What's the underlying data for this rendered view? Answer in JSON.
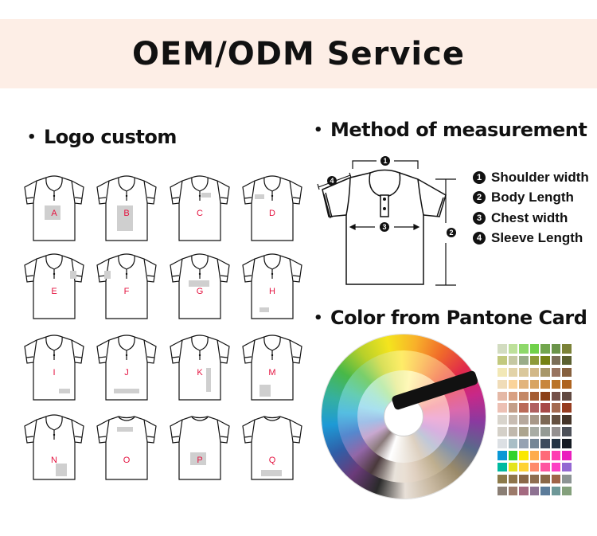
{
  "title": "OEM/ODM Service",
  "sections": {
    "logo": "Logo custom",
    "measure": "Method of measurement",
    "color": "Color from Pantone Card"
  },
  "bullet": "•",
  "shirts": [
    "A",
    "B",
    "C",
    "D",
    "E",
    "F",
    "G",
    "H",
    "I",
    "J",
    "K",
    "M",
    "N",
    "O",
    "P",
    "Q"
  ],
  "measurements": [
    {
      "num": "1",
      "label": "Shoulder width"
    },
    {
      "num": "2",
      "label": "Body Length"
    },
    {
      "num": "3",
      "label": "Chest width"
    },
    {
      "num": "4",
      "label": "Sleeve Length"
    }
  ],
  "pantone_swatches": [
    "#d2dcc0",
    "#bde09a",
    "#8ed86a",
    "#70d14a",
    "#72a64e",
    "#6b944a",
    "#7b8238",
    "#c2c97e",
    "#c5c8a2",
    "#9aac88",
    "#8e9a3a",
    "#758214",
    "#7b6e58",
    "#5b6030",
    "#f2e8b6",
    "#e2d3a8",
    "#dac89c",
    "#d2b888",
    "#a8986a",
    "#987460",
    "#86603e",
    "#f0dcb8",
    "#fad39a",
    "#e2b47c",
    "#d8a462",
    "#c8863e",
    "#ba7428",
    "#ae6420",
    "#e4b8a6",
    "#d8a082",
    "#c48866",
    "#a45c32",
    "#8c4018",
    "#745048",
    "#604840",
    "#ecc0b4",
    "#c49e88",
    "#ba6a58",
    "#b06060",
    "#a84a48",
    "#a46a50",
    "#963c20",
    "#d8d4cc",
    "#c8bcb2",
    "#b6a89c",
    "#a89888",
    "#7c6854",
    "#645040",
    "#443428",
    "#d4d0c8",
    "#c0b8ac",
    "#aca48e",
    "#a8aca4",
    "#949a94",
    "#949090",
    "#4c5058",
    "#dce0e4",
    "#a8bec6",
    "#96a2b2",
    "#748696",
    "#3e4c5e",
    "#243444",
    "#141a22",
    "#0a98d6",
    "#30d22c",
    "#fae800",
    "#feac4c",
    "#fe6a78",
    "#fe3eb2",
    "#ea1ebe",
    "#00baa0",
    "#e4e41e",
    "#fed234",
    "#fe8a6a",
    "#fe56a0",
    "#fc40c4",
    "#9468d2",
    "#8c7a4a",
    "#8e744a",
    "#8a6848",
    "#8e6e50",
    "#8a6848",
    "#a06448",
    "#8c9494",
    "#8a7e74",
    "#9c7a6a",
    "#a46a80",
    "#8e7292",
    "#5c7c9a",
    "#6e9898",
    "#84a07c"
  ]
}
